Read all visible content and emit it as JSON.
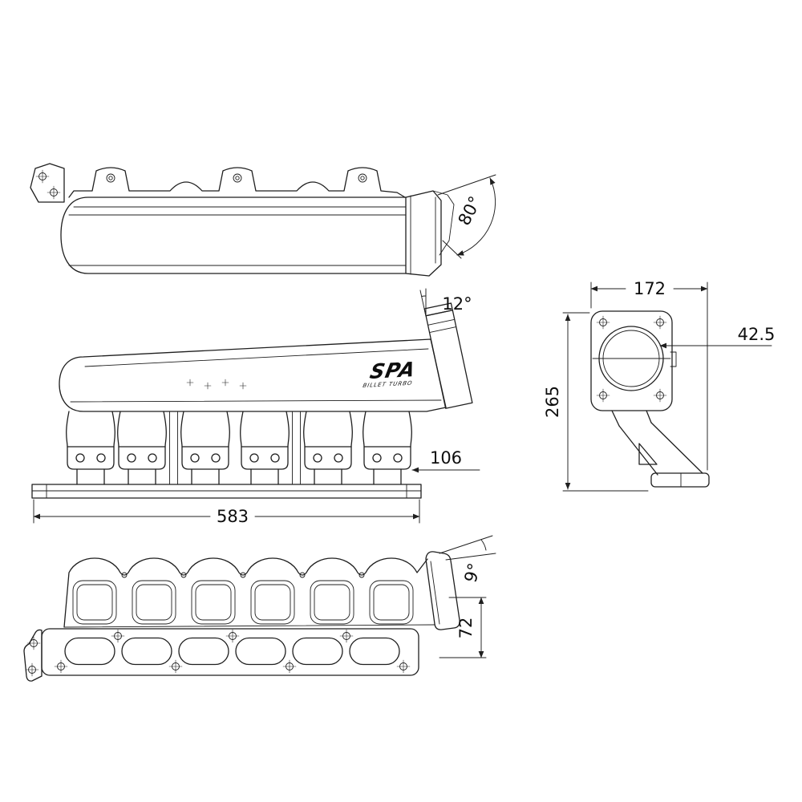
{
  "drawing": {
    "logo": {
      "line1": "SPA",
      "line2": "BILLET TURBO"
    },
    "dimensions": {
      "plenum_end_angle": "80°",
      "throttle_flange_angle": "12°",
      "end_width": "172",
      "throttle_offset": "42.5",
      "end_height": "265",
      "runner_height": "106",
      "overall_length": "583",
      "port_face_angle": "9°",
      "flange_height": "72"
    }
  }
}
